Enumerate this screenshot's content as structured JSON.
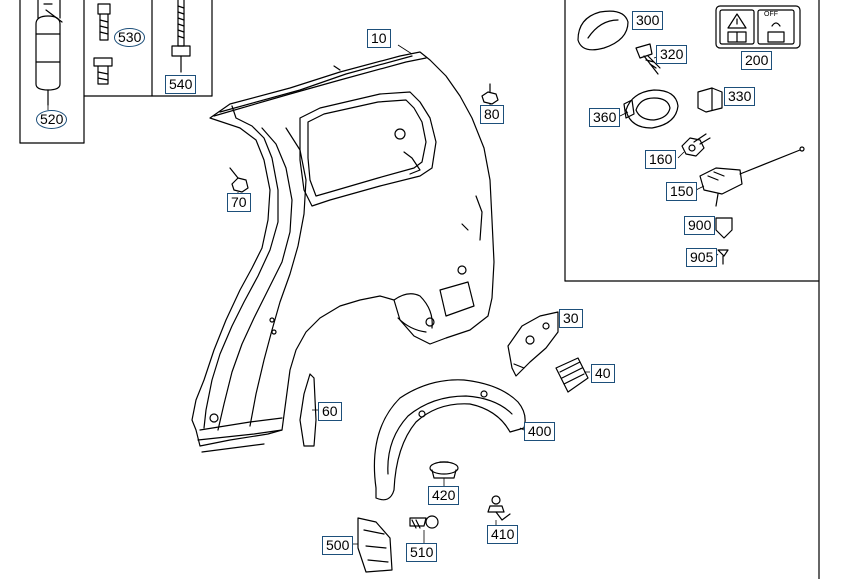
{
  "diagram": {
    "background": "#ffffff",
    "line_color": "#000000",
    "callout_border": "#1d4f7a",
    "callouts": {
      "p10": "10",
      "p30": "30",
      "p40": "40",
      "p60": "60",
      "p70": "70",
      "p80": "80",
      "p150": "150",
      "p160": "160",
      "p200": "200",
      "p300": "300",
      "p320": "320",
      "p330": "330",
      "p360": "360",
      "p400": "400",
      "p410": "410",
      "p420": "420",
      "p500": "500",
      "p510": "510",
      "p520": "520",
      "p530": "530",
      "p540": "540",
      "p900": "900",
      "p905": "905"
    },
    "warning_label": {
      "off_text": "OFF"
    }
  }
}
